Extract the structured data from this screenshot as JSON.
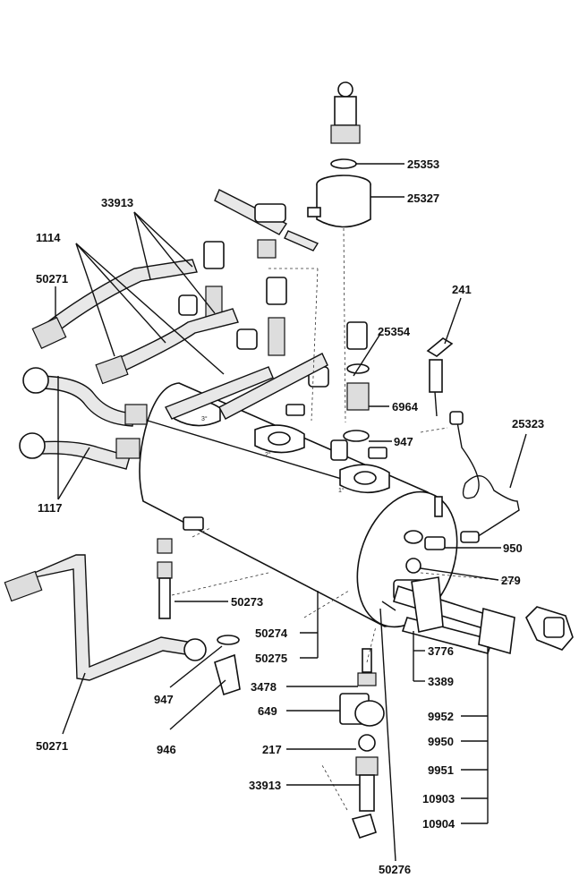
{
  "labels": {
    "l25353": "25353",
    "l25327": "25327",
    "l33913a": "33913",
    "l1114": "1114",
    "l50271a": "50271",
    "l241": "241",
    "l25354": "25354",
    "l6964": "6964",
    "l947a": "947",
    "l25323": "25323",
    "l1117": "1117",
    "l950": "950",
    "l279": "279",
    "l50273": "50273",
    "l50274": "50274",
    "l50275": "50275",
    "l3776": "3776",
    "l3389": "3389",
    "l3478": "3478",
    "l649": "649",
    "l9952": "9952",
    "l9950": "9950",
    "l947b": "947",
    "l946": "946",
    "l50271b": "50271",
    "l217": "217",
    "l9951": "9951",
    "l33913b": "33913",
    "l10903": "10903",
    "l10904": "10904",
    "l50276": "50276"
  },
  "marks": {
    "m1": "1°",
    "m2": "2°",
    "m3": "3°"
  }
}
